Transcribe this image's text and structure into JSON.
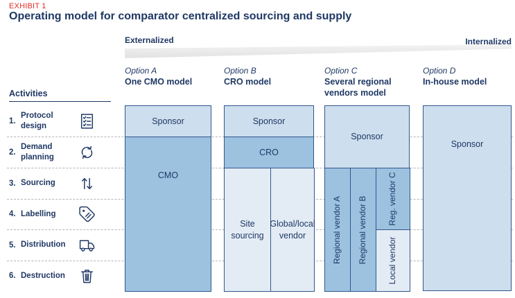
{
  "header": {
    "exhibit": "EXHIBIT 1",
    "title": "Operating model for comparator centralized sourcing and supply"
  },
  "spectrum": {
    "left": "Externalized",
    "right": "Internalized"
  },
  "activities": {
    "heading": "Activities",
    "items": [
      {
        "num": "1.",
        "label": "Protocol design",
        "icon": "checklist-icon"
      },
      {
        "num": "2.",
        "label": "Demand planning",
        "icon": "cycle-arrows-icon"
      },
      {
        "num": "3.",
        "label": "Sourcing",
        "icon": "up-down-arrows-icon"
      },
      {
        "num": "4.",
        "label": "Labelling",
        "icon": "tag-icon"
      },
      {
        "num": "5.",
        "label": "Distribution",
        "icon": "truck-icon"
      },
      {
        "num": "6.",
        "label": "Destruction",
        "icon": "trash-icon"
      }
    ]
  },
  "options": {
    "a": {
      "eyebrow": "Option A",
      "name": "One CMO model",
      "boxes": {
        "sponsor": "Sponsor",
        "cmo": "CMO"
      }
    },
    "b": {
      "eyebrow": "Option B",
      "name": "CRO model",
      "boxes": {
        "sponsor": "Sponsor",
        "cro": "CRO",
        "site_sourcing": "Site sourcing",
        "global_local_vendor": "Global/local vendor"
      }
    },
    "c": {
      "eyebrow": "Option C",
      "name": "Several regional vendors model",
      "boxes": {
        "sponsor": "Sponsor",
        "regional_vendor_a": "Regional vendor A",
        "regional_vendor_b": "Regional vendor B",
        "regional_vendor_c": "Reg. vendor C",
        "local_vendor": "Local vendor"
      }
    },
    "d": {
      "eyebrow": "Option D",
      "name": "In-house model",
      "boxes": {
        "sponsor": "Sponsor"
      }
    }
  },
  "colors": {
    "accent_red": "#e03127",
    "navy": "#1f3864",
    "box_border": "#31568a",
    "box_light": "#cddeee",
    "box_medium": "#9cc2e0",
    "box_pale": "#e3ecf5"
  }
}
